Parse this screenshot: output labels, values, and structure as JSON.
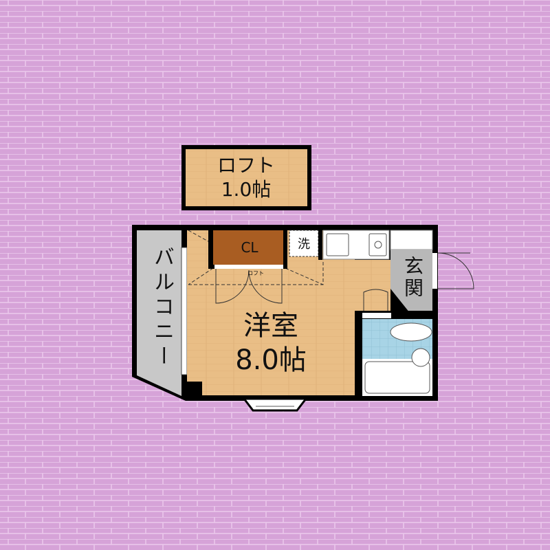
{
  "loft": {
    "name": "ロフト",
    "size": "1.0帖"
  },
  "main_room": {
    "name": "洋室",
    "size": "8.0帖"
  },
  "closet": {
    "label": "CL"
  },
  "washer": {
    "label": "洗"
  },
  "entrance": {
    "label": "玄関"
  },
  "balcony": {
    "label": "バルコニー"
  },
  "loft_ladder": {
    "label": "ロフト"
  },
  "colors": {
    "background": "#d8a8d8",
    "floor": "#e9be86",
    "wall": "#000000",
    "closet": "#a95d22",
    "bath": "#a8d4e6",
    "tile": "#c8c8c8"
  }
}
